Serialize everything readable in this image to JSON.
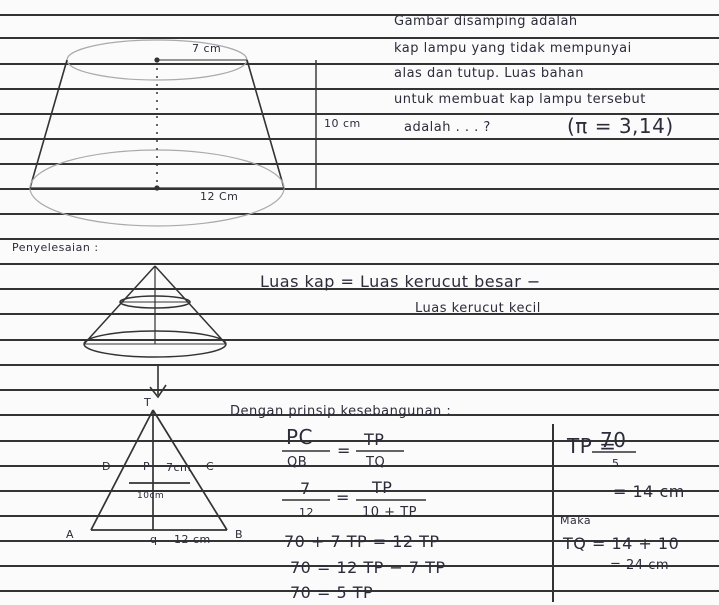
{
  "problem": {
    "line1": "Gambar disamping adalah",
    "line2": "kap lampu yang tidak mempunyai",
    "line3": "alas dan tutup. Luas bahan",
    "line4": "untuk membuat kap lampu tersebut",
    "line5": "adalah . . . ?",
    "pi": "(π = 3,14)"
  },
  "figure_labels": {
    "top_diameter": "7 cm",
    "height": "10 cm",
    "bottom_diameter": "12 Cm"
  },
  "penyelesaian": "Penyelesaian :",
  "luas": {
    "line1": "Luas kap = Luas kerucut besar −",
    "line2": "Luas kerucut kecil"
  },
  "triangle_labels": {
    "T": "T",
    "D": "D",
    "P": "P",
    "PC": "7cm",
    "C": "C",
    "height": "10cm",
    "A": "A",
    "Q": "q",
    "QB": "12 cm",
    "B": "B"
  },
  "kesebangunan": "Dengan prinsip kesebangunan :",
  "equations": {
    "frac1_num": "PC",
    "frac1_den": "QB",
    "frac2_num": "TP",
    "frac2_den": "TQ",
    "frac3_num": "7",
    "frac3_den": "12",
    "frac4_num": "TP",
    "frac4_den": "10 + TP",
    "eq_sign": "=",
    "line5": "70 + 7 TP  =  12 TP",
    "line6": "70 = 12 TP − 7 TP",
    "line7": "70 = 5 TP"
  },
  "right_calc": {
    "tp_lhs": "TP =",
    "tp_num": "70",
    "tp_den": "5",
    "tp_result": "= 14 cm",
    "maka": "Maka",
    "tq_line": "TQ = 14 + 10",
    "tq_result": "= 24 cm"
  }
}
